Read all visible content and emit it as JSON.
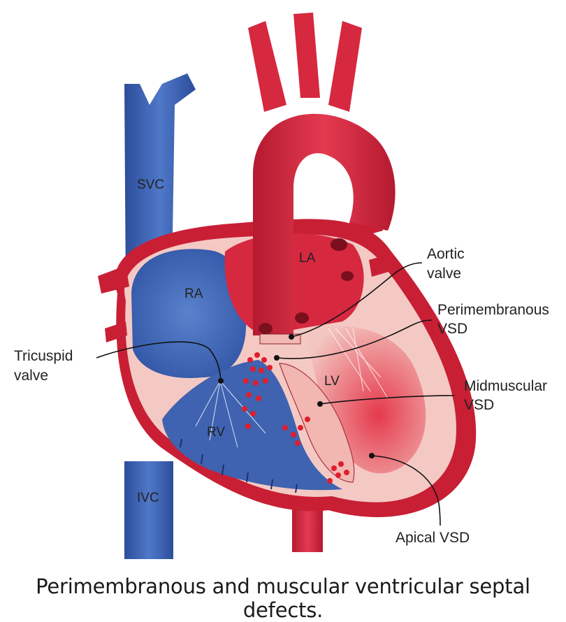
{
  "caption": "Perimembranous and muscular ventricular septal defects.",
  "labels": {
    "svc": "SVC",
    "ivc": "IVC",
    "ra": "RA",
    "la": "LA",
    "lv": "LV",
    "rv": "RV",
    "aortic_valve_line1": "Aortic",
    "aortic_valve_line2": "valve",
    "perimembranous_line1": "Perimembranous",
    "perimembranous_line2": "VSD",
    "midmuscular_line1": "Midmuscular",
    "midmuscular_line2": "VSD",
    "apical": "Apical VSD",
    "tricuspid_line1": "Tricuspid",
    "tricuspid_line2": "valve"
  },
  "colors": {
    "venous_blue": "#3f63b0",
    "arterial_red": "#d6283f",
    "myocardium_pink": "#f4c9c4",
    "pericardium_red": "#c81f34",
    "defect_dots": "#e01e2c"
  }
}
